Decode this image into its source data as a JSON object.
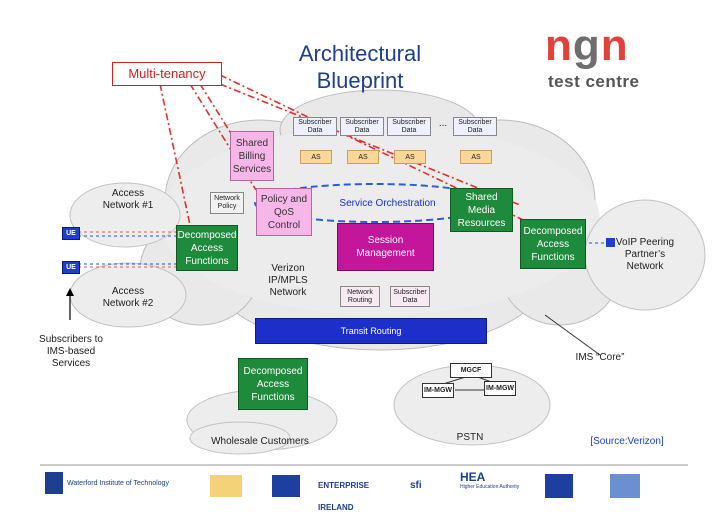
{
  "title_line1": "Architectural",
  "title_line2": "Blueprint",
  "multi_tenancy": "Multi-tenancy",
  "logo": {
    "n1": "n",
    "g": "g",
    "n2": "n",
    "sub": "test centre"
  },
  "subscriber_data": [
    "Subscriber Data",
    "Subscriber Data",
    "Subscriber Data",
    "Subscriber Data"
  ],
  "ellipsis": "...",
  "as_labels": [
    "AS",
    "AS",
    "AS",
    "AS"
  ],
  "shared_billing": "Shared Billing Services",
  "network_policy": "Network Policy",
  "policy_qos": "Policy and QoS Control",
  "service_orchestration": "Service Orchestration",
  "shared_media": "Shared Media Resources",
  "decomposed_left": "Decomposed Access Functions",
  "decomposed_right": "Decomposed Access Functions",
  "decomposed_bottom": "Decomposed Access Functions",
  "session_mgmt": "Session Management",
  "network_routing": "Network Routing",
  "subscriber_data_small": "Subscriber Data",
  "verizon": "Verizon IP/MPLS Network",
  "transit_routing": "Transit Routing",
  "access1": "Access Network #1",
  "access2": "Access Network #2",
  "ue": [
    "UE",
    "UE"
  ],
  "subscribers": "Subscribers to IMS-based Services",
  "voip": "VoIP Peering Partner’s Network",
  "ims_core": "IMS “Core”",
  "mgcf": "MGCF",
  "im_mgw": [
    "IM-MGW",
    "IM-MGW"
  ],
  "pstn": "PSTN",
  "wholesale": "Wholesale Customers",
  "source": "[Source:Verizon]",
  "footer_logos": [
    "Waterford Institute of Technology",
    "ENTERPRISE IRELAND",
    "sfi",
    "HEA",
    "Higher Education Authority"
  ]
}
